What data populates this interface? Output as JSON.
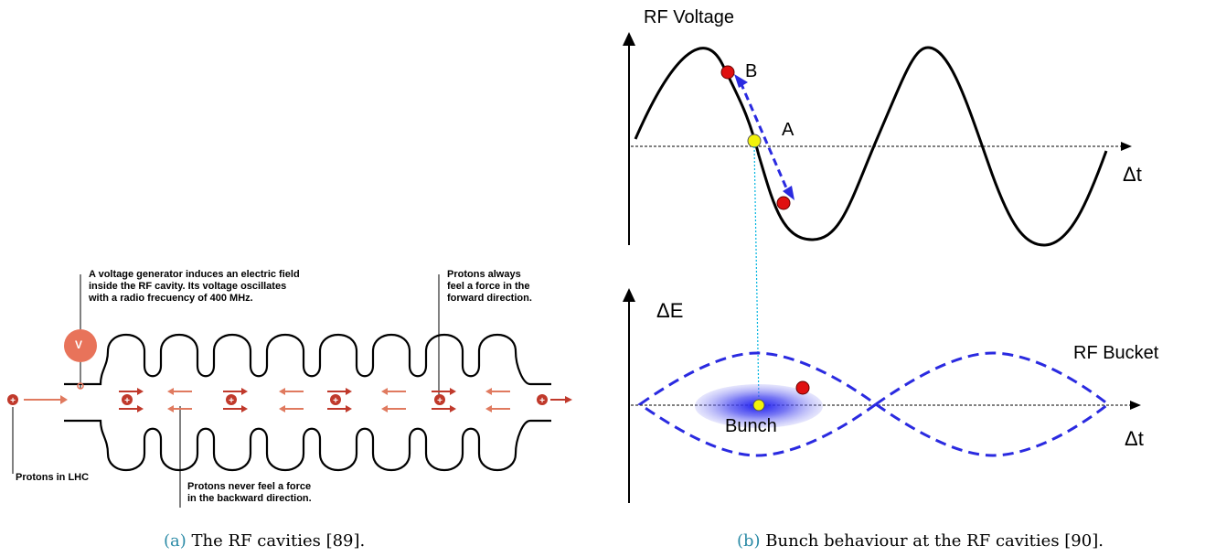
{
  "figure_a": {
    "annotations": {
      "generator": [
        "A voltage generator induces an electric field",
        "inside the RF cavity. Its voltage oscillates",
        "with a radio frecuency of 400 MHz."
      ],
      "forward": [
        "Protons always",
        "feel a force in the",
        "forward direction."
      ],
      "backward": [
        "Protons never feel a force",
        "in the backward direction."
      ],
      "lhc": "Protons in LHC",
      "voltmeter": "V",
      "proton": "+"
    },
    "caption_label": "(a)",
    "caption_text": " The RF cavities [89]."
  },
  "figure_b": {
    "title": "RF Voltage",
    "point_b": "B",
    "point_a": "A",
    "dt_top": "Δt",
    "de_label": "ΔE",
    "bucket_label": "RF Bucket",
    "bunch_label": "Bunch",
    "dt_bottom": "Δt",
    "caption_label": "(b)",
    "caption_text": " Bunch behaviour at the RF cavities [90]."
  },
  "colors": {
    "proton_red": "#c0392b",
    "arrow_red": "#e07a5f",
    "voltmeter": "#e8735a",
    "bucket_blue": "#2a2ae0",
    "caption_blue": "#2a8aa6",
    "marker_red": "#e01010",
    "marker_yellow": "#f2f20a"
  }
}
